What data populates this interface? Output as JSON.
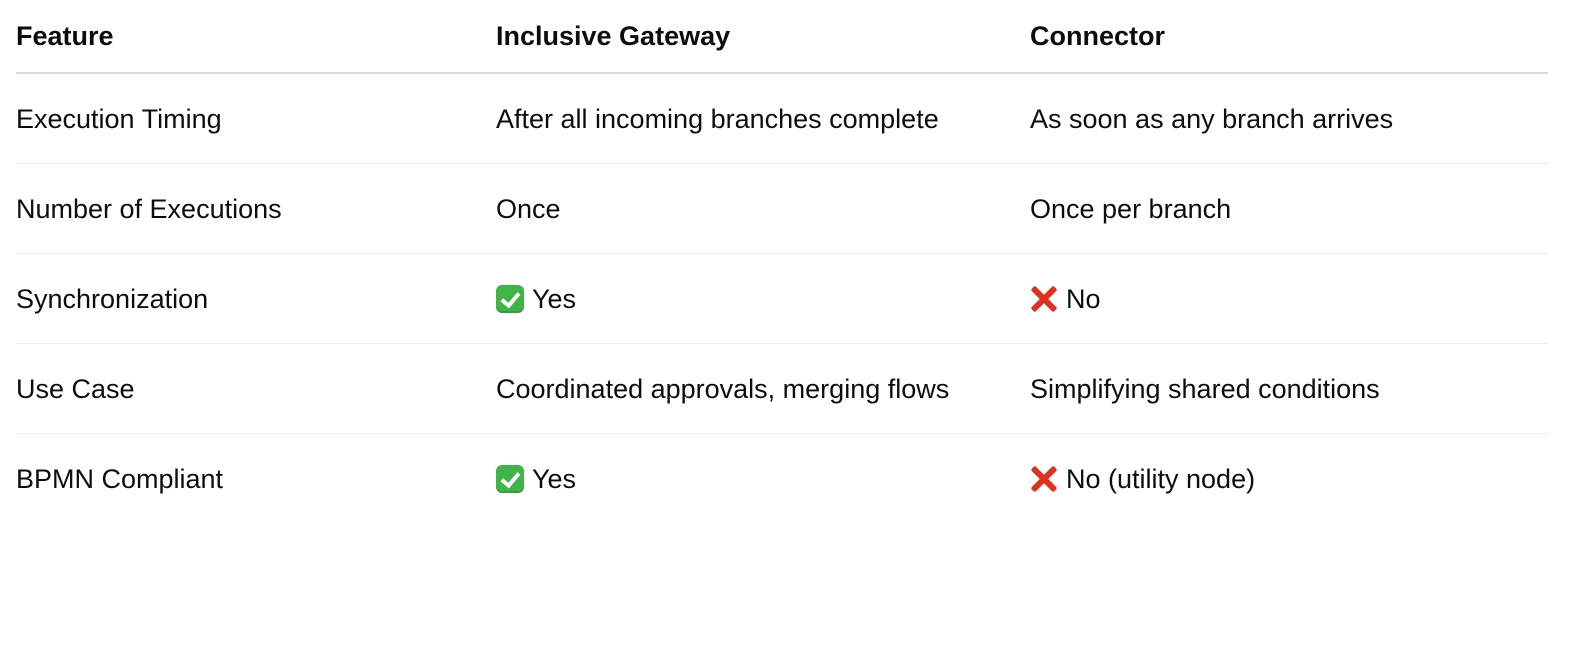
{
  "table": {
    "headers": [
      "Feature",
      "Inclusive Gateway",
      "Connector"
    ],
    "rows": [
      {
        "feature": "Execution Timing",
        "gateway": {
          "icon": "",
          "text": "After all incoming branches complete"
        },
        "connector": {
          "icon": "",
          "text": "As soon as any branch arrives"
        }
      },
      {
        "feature": "Number of Executions",
        "gateway": {
          "icon": "",
          "text": "Once"
        },
        "connector": {
          "icon": "",
          "text": "Once per branch"
        }
      },
      {
        "feature": "Synchronization",
        "gateway": {
          "icon": "check-mark-icon",
          "text": "Yes"
        },
        "connector": {
          "icon": "cross-mark-icon",
          "text": "No"
        }
      },
      {
        "feature": "Use Case",
        "gateway": {
          "icon": "",
          "text": "Coordinated approvals, merging flows"
        },
        "connector": {
          "icon": "",
          "text": "Simplifying shared conditions"
        }
      },
      {
        "feature": "BPMN Compliant",
        "gateway": {
          "icon": "check-mark-icon",
          "text": "Yes"
        },
        "connector": {
          "icon": "cross-mark-icon",
          "text": "No (utility node)"
        }
      }
    ]
  },
  "colors": {
    "check": "#3fb447",
    "cross": "#e0311d",
    "header_rule": "#d9d9d9",
    "row_rule": "#ececec"
  }
}
